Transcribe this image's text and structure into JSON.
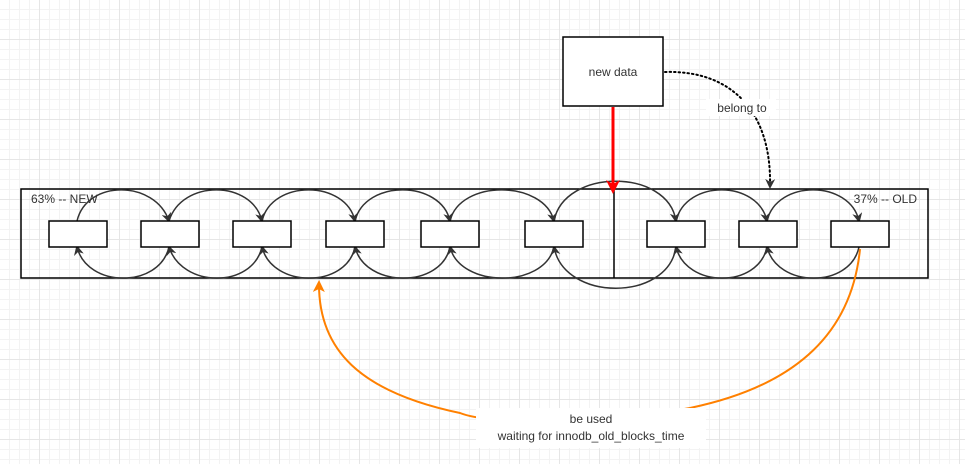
{
  "nodes": {
    "new_data": "new data",
    "new_region_label": "63% -- NEW",
    "old_region_label": "37% -- OLD"
  },
  "edges": {
    "belong_to": "belong to",
    "be_used": "be used",
    "waiting": "waiting for innodb_old_blocks_time"
  },
  "colors": {
    "box_stroke": "#000000",
    "chain_stroke": "#333333",
    "insert_arrow": "#ff0000",
    "usage_arrow": "#ff8000"
  }
}
